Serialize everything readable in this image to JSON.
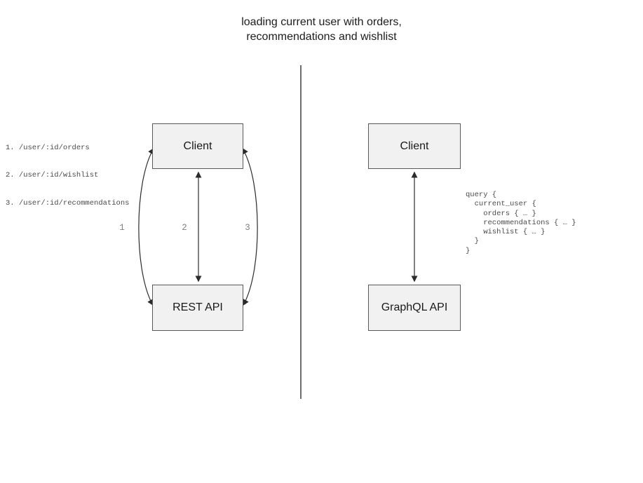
{
  "title": "loading current user with orders,\nrecommendations and wishlist",
  "left": {
    "endpoints": [
      "1. /user/:id/orders",
      "2. /user/:id/wishlist",
      "3. /user/:id/recommendations"
    ],
    "client_label": "Client",
    "api_label": "REST API",
    "arrow_labels": [
      "1",
      "2",
      "3"
    ]
  },
  "right": {
    "client_label": "Client",
    "api_label": "GraphQL API",
    "query": "query {\n  current_user {\n    orders { … }\n    recommendations { … }\n    wishlist { … }\n  }\n}"
  },
  "colors": {
    "box_fill": "#f1f1f1",
    "box_border": "#595959",
    "arrow": "#2b2b2b",
    "muted_label": "#7f7f7f",
    "code_text": "#4a4a4a",
    "divider": "#6e6e6e",
    "background": "#ffffff"
  }
}
